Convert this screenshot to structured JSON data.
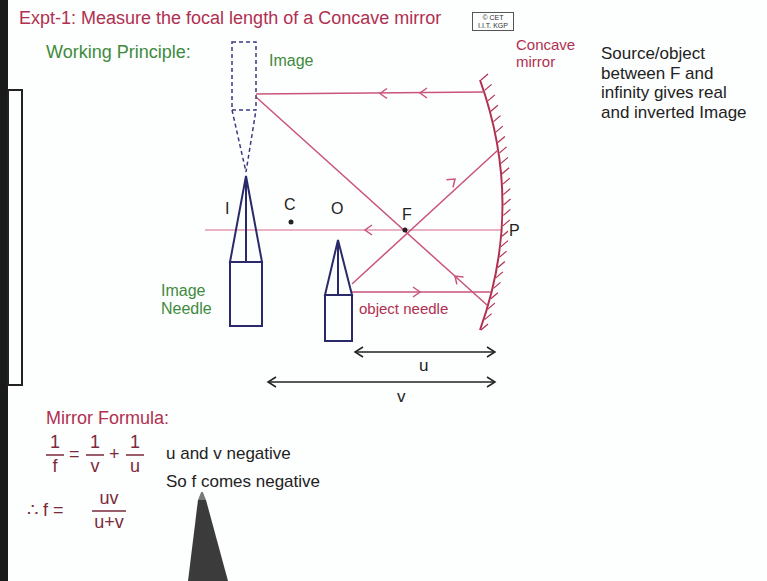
{
  "diagram": {
    "title": "Expt-1: Measure the focal length of a Concave mirror",
    "nodes": [
      {
        "text": [
          "© CET I.I.T. KGP"
        ]
      }
    ],
    "labels": [
      "Working Principle:",
      "Image",
      "Concave mirror",
      "Source/object between F and infinity gives real and inverted Image",
      "I",
      "C",
      "O",
      "F",
      "P",
      "Image Needle",
      "object needle",
      "u",
      "v",
      "Mirror Formula:",
      "1",
      "f",
      "=",
      "1",
      "v",
      "+",
      "1",
      "u",
      "∴ f =",
      "uv",
      "u+v",
      "u and v negative",
      "So f comes negative"
    ]
  }
}
